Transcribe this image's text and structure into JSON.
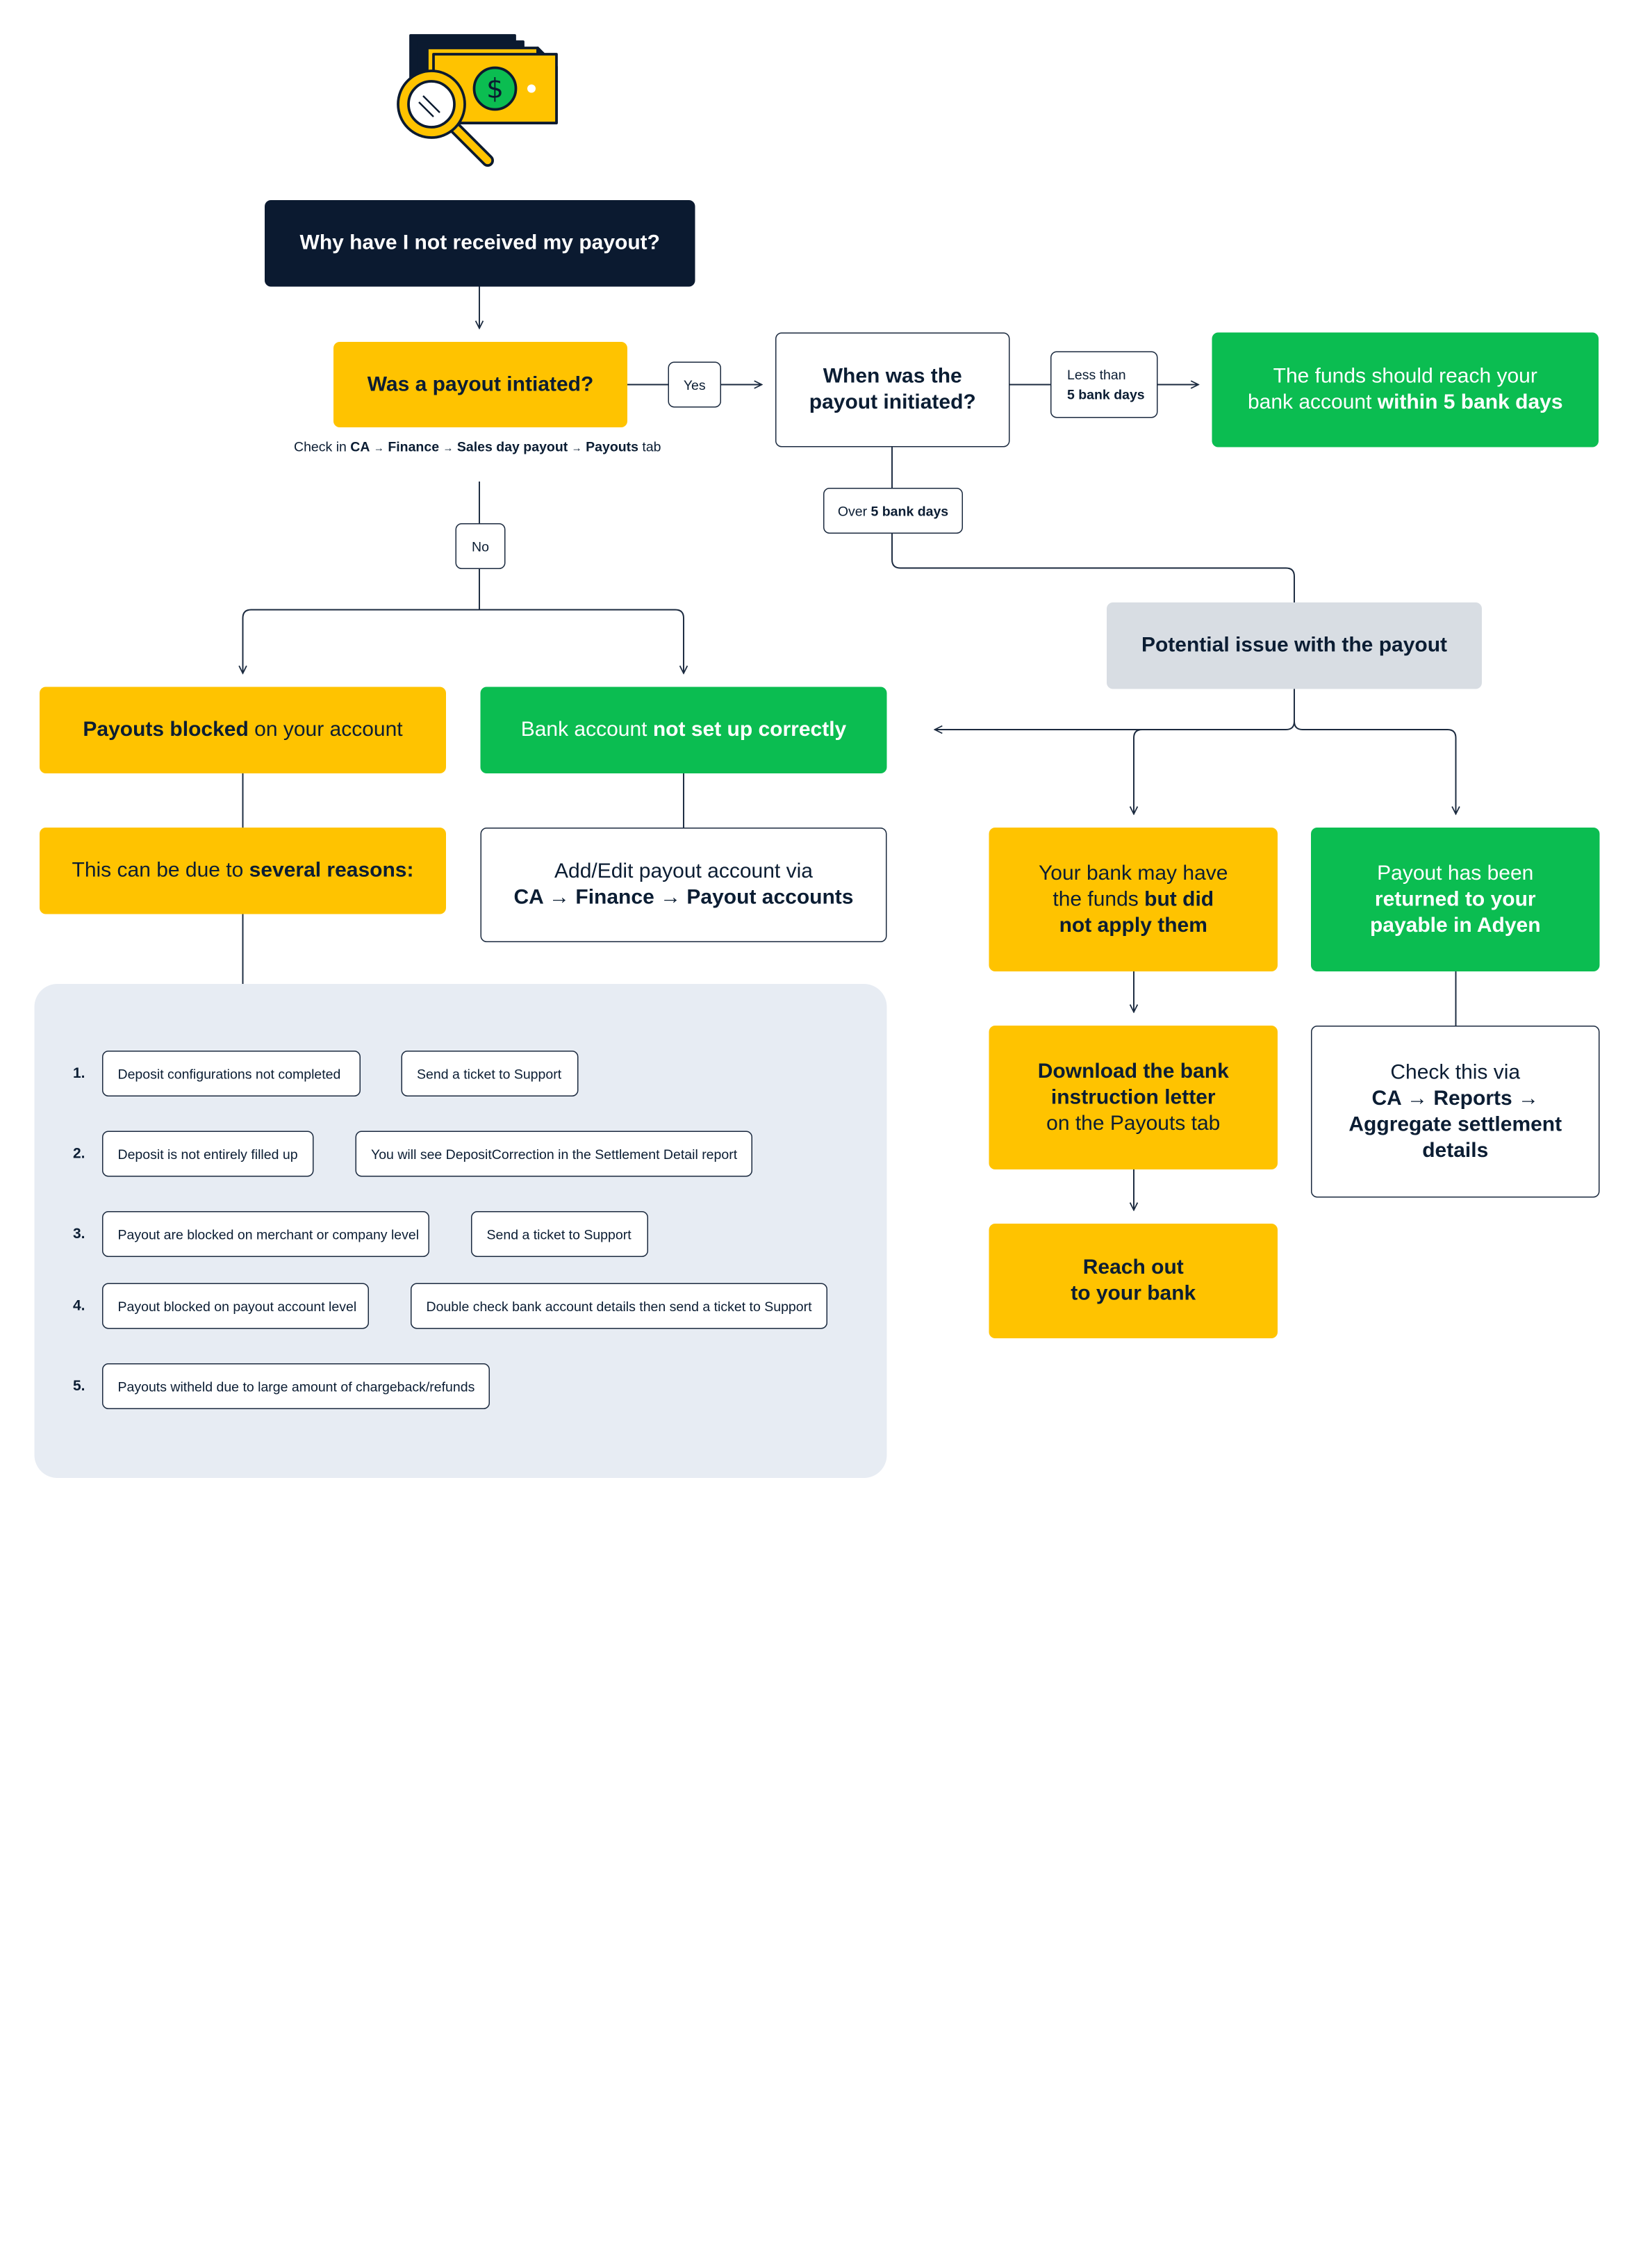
{
  "illustration": {
    "icon": "money-magnifier-icon",
    "colors": {
      "bill": "#ffc300",
      "coin": "#0bbd51",
      "outline": "#0b1a30"
    }
  },
  "colors": {
    "dark": "#0b1a30",
    "yellow": "#ffc300",
    "green": "#0bbd51",
    "grey": "#d8dde3",
    "panel": "#e7ecf3"
  },
  "nodes": {
    "question": "Why have I not received my payout?",
    "initiated": "Was a payout intiated?",
    "check_hint": {
      "prefix": "Check in ",
      "ca": "CA",
      "finance": "Finance",
      "sales": "Sales day payout",
      "payouts": "Payouts",
      "suffix": " tab",
      "arrow": "→"
    },
    "yes": "Yes",
    "no": "No",
    "when": {
      "line1": "When was the",
      "line2": "payout initiated?"
    },
    "less": {
      "line1": "Less than",
      "line2": "5 bank days"
    },
    "over": {
      "prefix": "Over ",
      "bold": "5 bank days"
    },
    "funds": {
      "line1": "The funds should reach your",
      "line2_normal": "bank account ",
      "line2_bold": "within 5 bank days"
    },
    "potential": "Potential issue with the payout",
    "blocked": {
      "bold": "Payouts blocked",
      "normal": " on your account"
    },
    "bank_not_setup": {
      "normal": "Bank account ",
      "bold": "not set up correctly"
    },
    "reasons": {
      "normal": "This can be due to ",
      "bold": "several reasons:"
    },
    "add_edit": {
      "line1": "Add/Edit payout account via",
      "line2": "CA → Finance → Payout accounts"
    },
    "bank_may": {
      "line1": "Your bank may have",
      "line2_normal": "the funds ",
      "line2_bold": "but did",
      "line3": "not apply them"
    },
    "returned": {
      "line1": "Payout has been",
      "line2": "returned to your",
      "line3": "payable in Adyen"
    },
    "download": {
      "line1": "Download the bank",
      "line2": "instruction letter",
      "line3": "on the Payouts tab"
    },
    "check_via": {
      "line1": "Check this via",
      "line2": "CA → Reports →",
      "line3": "Aggregate settlement",
      "line4": "details"
    },
    "reach": {
      "line1": "Reach out",
      "line2": "to your bank"
    }
  },
  "reasons_list": [
    {
      "num": "1.",
      "cause": "Deposit configurations not completed",
      "action": "Send a ticket to Support"
    },
    {
      "num": "2.",
      "cause": "Deposit is not entirely filled up",
      "action": "You will see DepositCorrection in the Settlement Detail report"
    },
    {
      "num": "3.",
      "cause": "Payout are blocked on merchant or company level",
      "action": "Send a ticket to Support"
    },
    {
      "num": "4.",
      "cause": "Payout blocked on payout account level",
      "action": "Double check bank account details then send a ticket to Support"
    },
    {
      "num": "5.",
      "cause": "Payouts witheld due to large amount of chargeback/refunds"
    }
  ]
}
